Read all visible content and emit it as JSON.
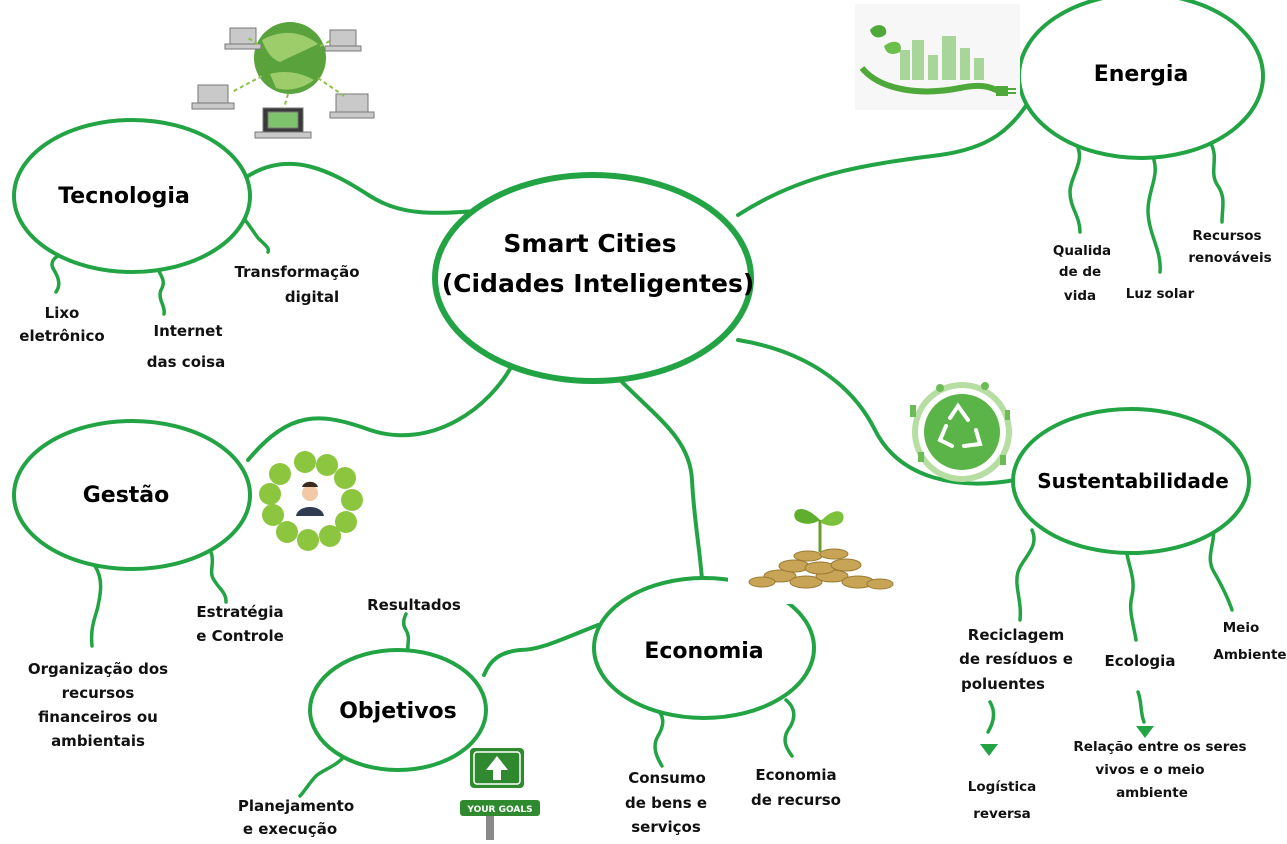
{
  "diagram": {
    "central": {
      "line1": "Smart Cities",
      "line2": "(Cidades Inteligentes)"
    },
    "colors": {
      "accent": "#23a444",
      "text": "#000000"
    },
    "nodes": {
      "tecnologia": {
        "label": "Tecnologia",
        "leaves": {
          "lixo": [
            "Lixo",
            "eletrônico"
          ],
          "internet": [
            "Internet",
            "das coisa"
          ],
          "transformacao": [
            "Transformação",
            "digital"
          ]
        }
      },
      "energia": {
        "label": "Energia",
        "leaves": {
          "qualidade": [
            "Qualida",
            "de de",
            "vida"
          ],
          "luz": [
            "Luz solar"
          ],
          "recursos": [
            "Recursos",
            "renováveis"
          ]
        }
      },
      "gestao": {
        "label": "Gestão",
        "leaves": {
          "organizacao": [
            "Organização dos",
            "recursos",
            "financeiros ou",
            "ambientais"
          ],
          "estrategia": [
            "Estratégia",
            "e Controle"
          ]
        }
      },
      "economia": {
        "label": "Economia",
        "leaves": {
          "consumo": [
            "Consumo",
            "de bens e",
            "serviços"
          ],
          "recurso": [
            "Economia",
            "de recurso"
          ]
        }
      },
      "objetivos": {
        "label": "Objetivos",
        "leaves": {
          "resultados": [
            "Resultados"
          ],
          "planejamento": [
            "Planejamento",
            "e execução"
          ]
        }
      },
      "sustentabilidade": {
        "label": "Sustentabilidade",
        "leaves": {
          "reciclagem": [
            "Reciclagem",
            "de resíduos e",
            "poluentes"
          ],
          "ecologia": [
            "Ecologia"
          ],
          "meio": [
            "Meio",
            "Ambiente"
          ],
          "logistica": [
            "Logística",
            "reversa"
          ],
          "relacao": [
            "Relação  entre  os seres",
            "vivos e o meio",
            "ambiente"
          ]
        }
      }
    },
    "images": {
      "goals_sign": "YOUR GOALS",
      "icons": [
        "globe-network-icon",
        "green-city-energy-icon",
        "recycle-planet-icon",
        "management-circle-icon",
        "coins-plant-icon",
        "goals-sign-icon"
      ]
    }
  }
}
